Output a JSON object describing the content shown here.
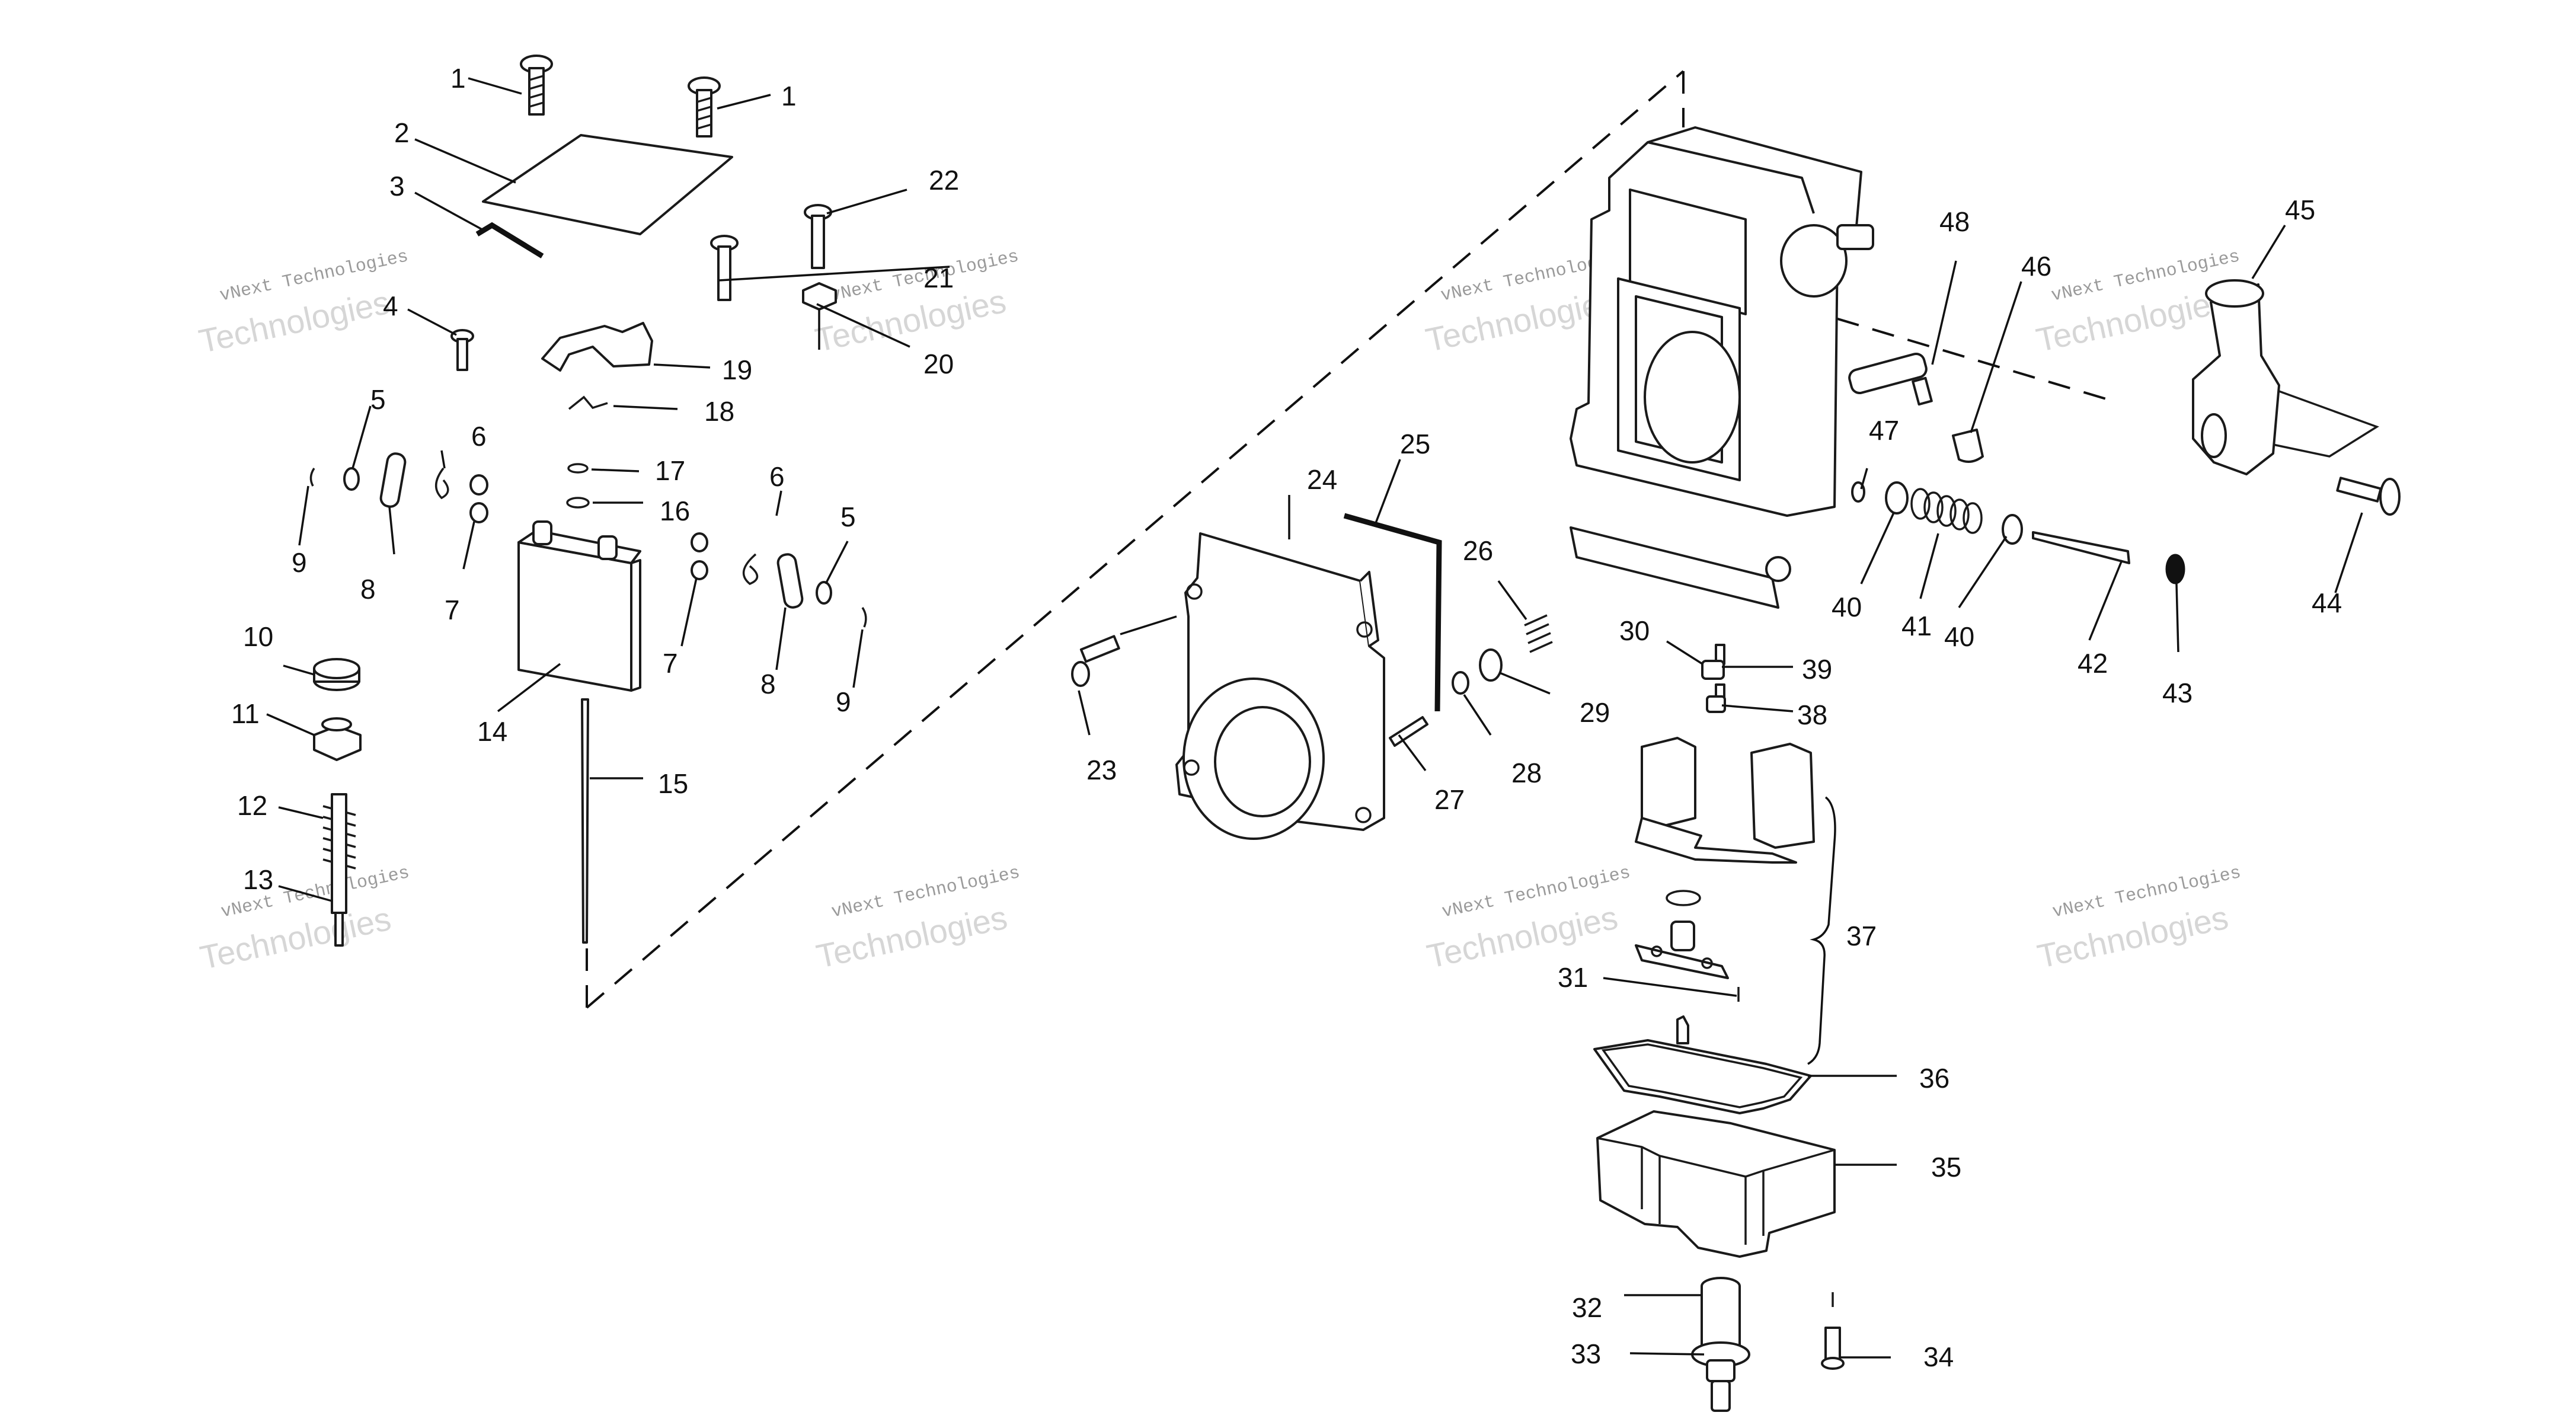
{
  "diagram": {
    "type": "exploded-parts-diagram",
    "callouts": [
      "1",
      "1",
      "2",
      "3",
      "4",
      "5",
      "6",
      "7",
      "8",
      "9",
      "10",
      "11",
      "12",
      "13",
      "14",
      "15",
      "16",
      "17",
      "18",
      "19",
      "20",
      "21",
      "22",
      "5",
      "6",
      "7",
      "8",
      "9",
      "23",
      "24",
      "25",
      "26",
      "27",
      "28",
      "29",
      "30",
      "31",
      "32",
      "33",
      "34",
      "35",
      "36",
      "37",
      "38",
      "39",
      "40",
      "41",
      "40",
      "42",
      "43",
      "44",
      "45",
      "46",
      "47",
      "48"
    ],
    "watermark": {
      "small": "vNext Technologies",
      "large": "Technologies"
    }
  }
}
